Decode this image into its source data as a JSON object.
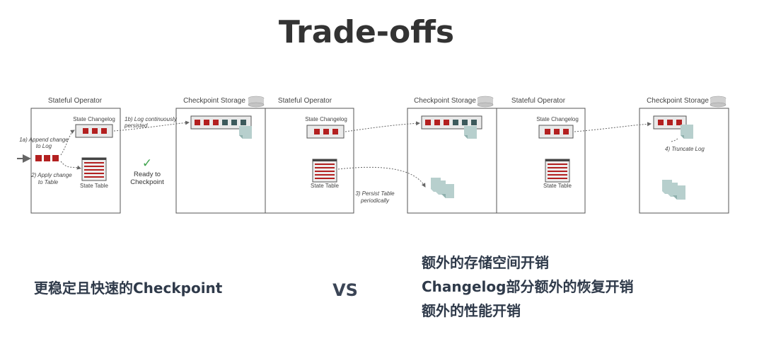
{
  "title": "Trade-offs",
  "panels": [
    {
      "operator_label": "Stateful Operator",
      "storage_label": "Checkpoint Storage",
      "changelog_label": "State Changelog",
      "table_label": "State Table",
      "step_1a": [
        "1a) Append change",
        "to Log"
      ],
      "step_2": [
        "2) Apply change",
        "to Table"
      ],
      "step_1b": [
        "1b) Log continuously",
        "persisted"
      ],
      "ready": [
        "Ready to",
        "Checkpoint"
      ]
    },
    {
      "operator_label": "Stateful Operator",
      "storage_label": "Checkpoint Storage",
      "changelog_label": "State Changelog",
      "table_label": "State Table",
      "step_3": [
        "3) Persist Table",
        "periodically"
      ]
    },
    {
      "operator_label": "Stateful Operator",
      "storage_label": "Checkpoint Storage",
      "changelog_label": "State Changelog",
      "table_label": "State Table",
      "step_4": "4) Truncate Log"
    }
  ],
  "benefit": "更稳定且快速的Checkpoint",
  "vs": "VS",
  "costs": [
    "额外的存储空间开销",
    "Changelog部分额外的恢复开销",
    "额外的性能开销"
  ],
  "colors": {
    "log_red": "#b32020",
    "log_dark": "#3d5a5c",
    "snapshot": "#b7cfcd",
    "check": "#3fa34d"
  },
  "icons": [
    "database-icon",
    "checkmark-icon",
    "document-icon",
    "arrow-right-icon"
  ]
}
